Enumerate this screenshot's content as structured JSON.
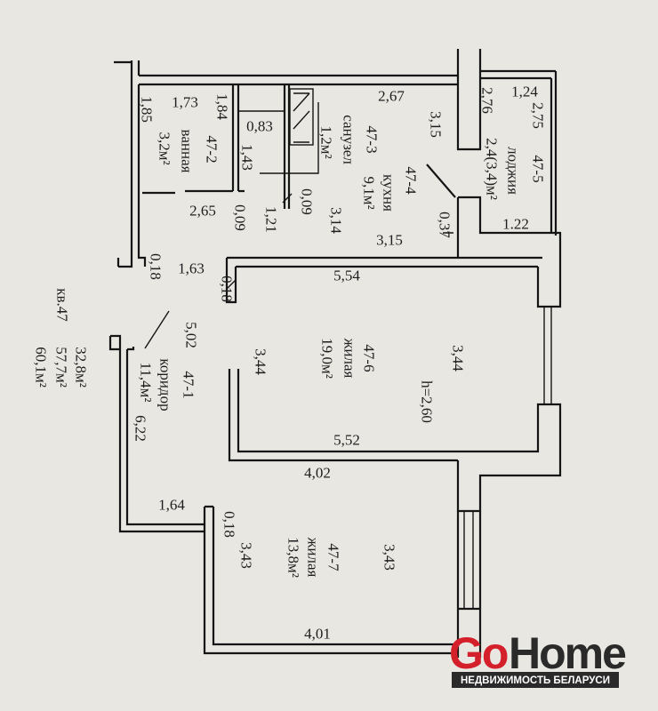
{
  "apartment": {
    "number": "кв.47",
    "living_area": "32,8м²",
    "total_area": "57,7м²",
    "total_with_loggia": "60,1м²"
  },
  "rooms": {
    "bath": {
      "id": "47-2",
      "name": "ванная",
      "area": "3,2м²"
    },
    "wc": {
      "id": "47-3",
      "name": "санузел",
      "area": "1,2м²"
    },
    "kitchen": {
      "id": "47-4",
      "name": "кухня",
      "area": "9,1м²"
    },
    "loggia": {
      "id": "47-5",
      "name": "лоджия",
      "area": "2,4(3,4)м²"
    },
    "corridor": {
      "id": "47-1",
      "name": "коридор",
      "area": "11,4м²"
    },
    "living1": {
      "id": "47-6",
      "name": "жилая",
      "area": "19,0м²"
    },
    "living2": {
      "id": "47-7",
      "name": "жилая",
      "area": "13,8м²"
    }
  },
  "ceiling_height": "h=2,60",
  "dims": {
    "d1": "1,85",
    "d2": "1,73",
    "d3": "1,84",
    "d4": "0,83",
    "d5": "1,43",
    "d6": "2,67",
    "d7": "3,15",
    "d8": "2,76",
    "d9": "1,24",
    "d10": "2,75",
    "d11": "1.22",
    "d12": "0,37",
    "d13": "3,15",
    "d14": "3,14",
    "d15": "1,21",
    "d16": "0,09",
    "d17": "0,09",
    "d18": "2,65",
    "d19": "0,18",
    "d20": "1,63",
    "d21": "0,18",
    "d22": "5,54",
    "d23": "5,02",
    "d24": "3,44",
    "d25": "3,44",
    "d26": "5,52",
    "d27": "4,02",
    "d28": "6,22",
    "d29": "1,64",
    "d30": "0,18",
    "d31": "3,43",
    "d32": "3,43",
    "d33": "4,01"
  },
  "logo": {
    "go": "Go",
    "home": "Home",
    "tagline": "НЕДВИЖИМОСТЬ БЕЛАРУСИ",
    "brand_red": "#d3202a"
  }
}
